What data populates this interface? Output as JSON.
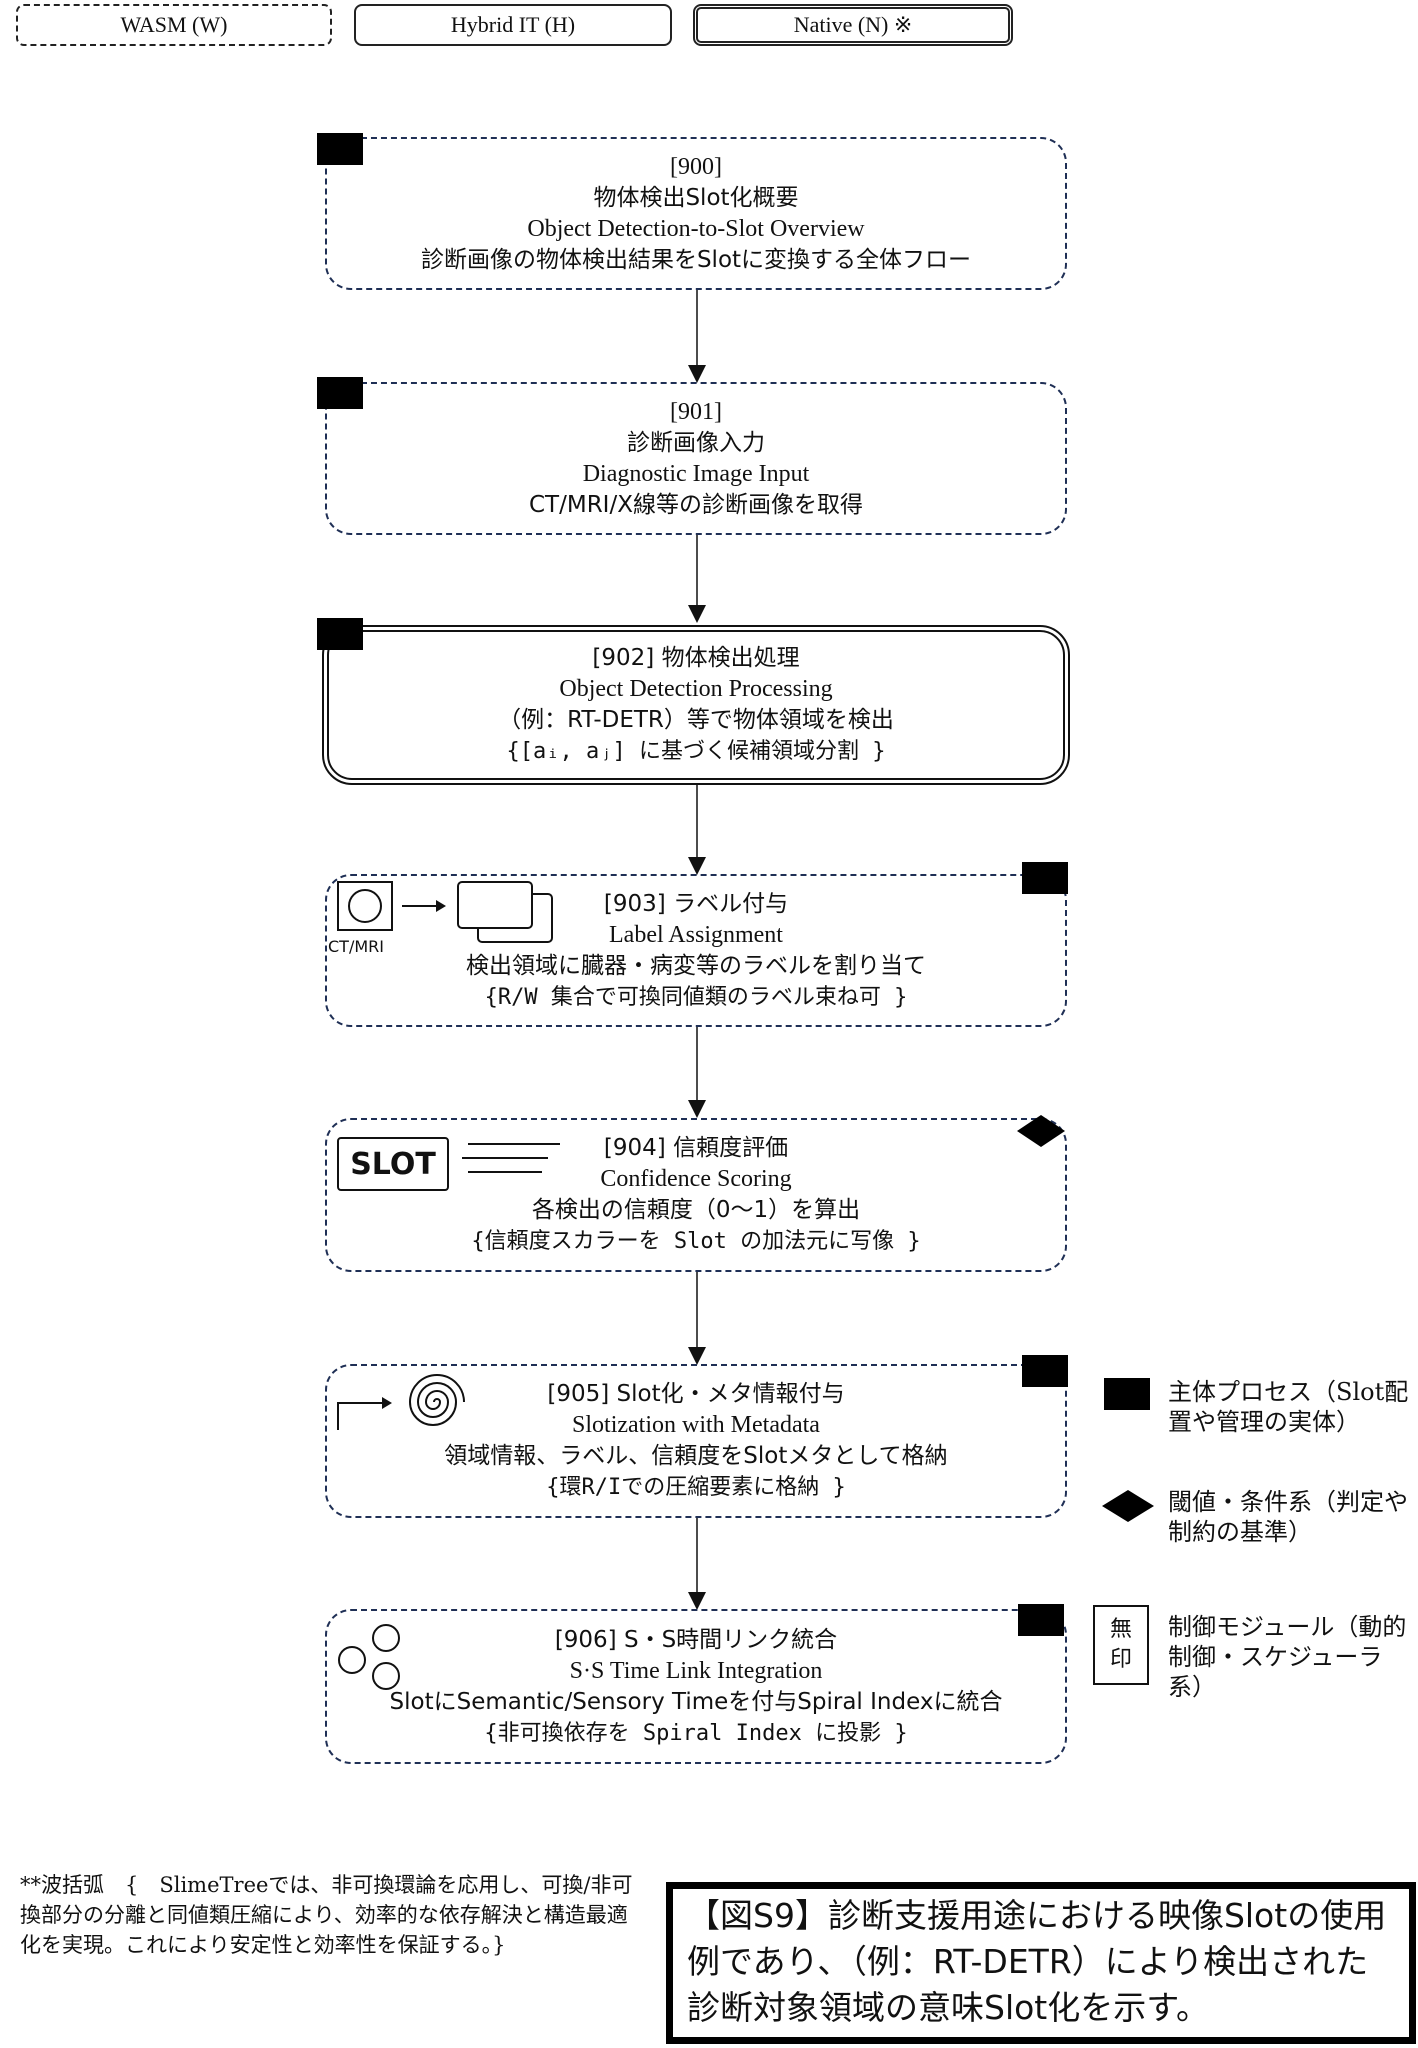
{
  "legend_top": {
    "wasm": "WASM (W)",
    "hybrid": "Hybrid IT (H)",
    "native": "Native (N) ※"
  },
  "steps": [
    {
      "id": "[900]",
      "title_jp": "物体検出Slot化概要",
      "title_en": "Object Detection-to-Slot Overview",
      "desc": "診断画像の物体検出結果をSlotに変換する全体フロー"
    },
    {
      "id": "[901]",
      "title_jp": "診断画像入力",
      "title_en": "Diagnostic Image Input",
      "desc": "CT/MRI/X線等の診断画像を取得"
    },
    {
      "header": "[902] 物体検出処理",
      "title_en": "Object Detection Processing",
      "desc": "（例：RT-DETR）等で物体領域を検出",
      "extra": "{[aᵢ, aⱼ] に基づく候補領域分割 }"
    },
    {
      "header": "[903] ラベル付与",
      "title_en": "Label Assignment",
      "desc": "検出領域に臓器・病変等のラベルを割り当て",
      "extra": "{R/W 集合で可換同値類のラベル束ね可 }",
      "icon_label": "CT/MRI"
    },
    {
      "header": "[904] 信頼度評価",
      "title_en": "Confidence Scoring",
      "desc": "各検出の信頼度（0〜1）を算出",
      "extra": "{信頼度スカラーを Slot の加法元に写像 }",
      "icon_label": "SLOT"
    },
    {
      "header": "[905] Slot化・メタ情報付与",
      "title_en": "Slotization with Metadata",
      "desc": "領域情報、ラベル、信頼度をSlotメタとして格納",
      "extra": "{環R/Iでの圧縮要素に格納 }"
    },
    {
      "header": "[906] S・S時間リンク統合",
      "title_en": "S·S Time Link Integration",
      "desc": "SlotにSemantic/Sensory Timeを付与Spiral Indexに統合",
      "extra": "{非可換依存を Spiral Index に投影 }"
    }
  ],
  "legend_side": {
    "process": "主体プロセス（Slot配置や管理の実体）",
    "threshold": "閾値・条件系（判定や制約の基準）",
    "control_icon_top": "無",
    "control_icon_bottom": "印",
    "control": "制御モジュール（動的制御・スケジューラ系）"
  },
  "footnote": "**波括弧　{　SlimeTreeでは、非可換環論を応用し、可換/非可換部分の分離と同値類圧縮により、効率的な依存解決と構造最適化を実現。これにより安定性と効率性を保証する。}",
  "caption": "【図S9】診断支援用途における映像Slotの使用例であり、（例：RT-DETR）により検出された診断対象領域の意味Slot化を示す。"
}
